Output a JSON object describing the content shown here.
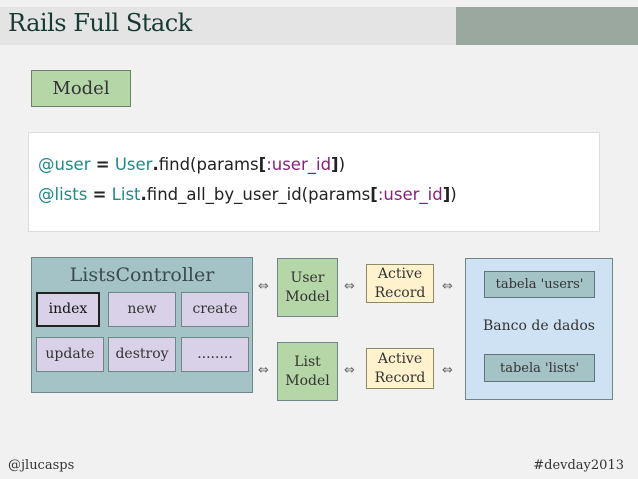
{
  "title": "Rails Full Stack",
  "section": "Model",
  "code": {
    "line1": {
      "var": "@user",
      "op": "=",
      "cls": "User",
      "dot": ".",
      "call": "find(params",
      "lb": "[",
      "sym": ":user_id",
      "rb": "]",
      ")": ")"
    },
    "line2": {
      "var": "@lists",
      "op": "=",
      "cls": "List",
      "dot": ".",
      "call": "find_all_by_user_id(params",
      "lb": "[",
      "sym": ":user_id",
      "rb": "]",
      ")": ")"
    }
  },
  "controller": {
    "title": "ListsController",
    "actions": [
      "index",
      "new",
      "create",
      "update",
      "destroy",
      "........"
    ],
    "active": "index"
  },
  "models": {
    "user": [
      "User",
      "Model"
    ],
    "list": [
      "List",
      "Model"
    ]
  },
  "active_record": [
    "Active",
    "Record"
  ],
  "arrow": "⇔",
  "database": {
    "label": "Banco de dados",
    "tables": [
      "tabela 'users'",
      "tabela 'lists'"
    ]
  },
  "footer": {
    "left": "@jlucasps",
    "right": "#devday2013"
  }
}
